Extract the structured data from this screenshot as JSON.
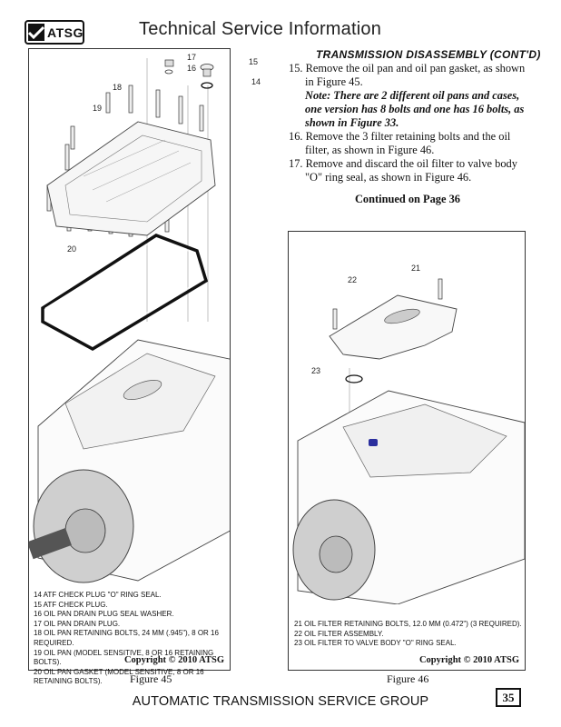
{
  "header": {
    "logo_text": "ATSG",
    "logo_icon": "checkmark-icon",
    "title": "Technical Service Information"
  },
  "section": {
    "heading": "TRANSMISSION DISASSEMBLY (CONT'D)",
    "steps": [
      {
        "num": "15.",
        "text": "Remove the oil pan and oil pan gasket, as shown in Figure 45."
      },
      {
        "num": "16.",
        "text": "Remove the 3 filter retaining bolts and the oil filter, as shown in Figure 46."
      },
      {
        "num": "17.",
        "text": "Remove and discard the oil filter to valve body \"O\" ring seal, as shown in Figure 46."
      }
    ],
    "note": "Note: There are 2 different oil pans and cases, one version has 8 bolts and one has 16 bolts, as shown in Figure 33.",
    "continued": "Continued on Page 36"
  },
  "figure45": {
    "caption": "Figure 45",
    "callouts": [
      "14",
      "15",
      "16",
      "17",
      "18",
      "19",
      "20"
    ],
    "legend": [
      "14 ATF CHECK PLUG \"O\" RING SEAL.",
      "15 ATF CHECK PLUG.",
      "16 OIL PAN DRAIN PLUG SEAL WASHER.",
      "17 OIL PAN DRAIN PLUG.",
      "18 OIL PAN RETAINING BOLTS, 24 MM (.945\"), 8 OR 16 REQUIRED.",
      "19 OIL PAN (MODEL SENSITIVE, 8 OR 16 RETAINING BOLTS).",
      "20 OIL PAN GASKET (MODEL SENSITIVE, 8 OR 16 RETAINING BOLTS)."
    ],
    "copyright": "Copyright © 2010 ATSG"
  },
  "figure46": {
    "caption": "Figure 46",
    "callouts": [
      "21",
      "22",
      "23"
    ],
    "legend": [
      "21  OIL FILTER RETAINING BOLTS, 12.0 MM  (0.472\") (3 REQUIRED).",
      "22  OIL FILTER ASSEMBLY.",
      "23  OIL FILTER TO VALVE BODY \"O\" RING SEAL."
    ],
    "copyright": "Copyright © 2010 ATSG",
    "highlight_color": "#2b2f9e"
  },
  "footer": {
    "organization": "AUTOMATIC TRANSMISSION SERVICE GROUP",
    "page_number": "35"
  }
}
